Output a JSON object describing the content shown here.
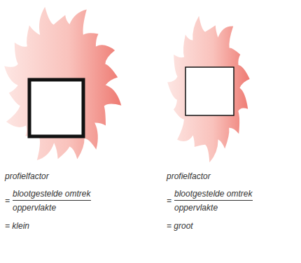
{
  "diagram": {
    "labels": [
      "profielfactor",
      "=",
      "blootgestelde omtrek",
      "oppervlakte",
      "= klein",
      "profielfactor",
      "=",
      "blootgestelde omtrek",
      "oppervlakte",
      "= groot"
    ]
  }
}
